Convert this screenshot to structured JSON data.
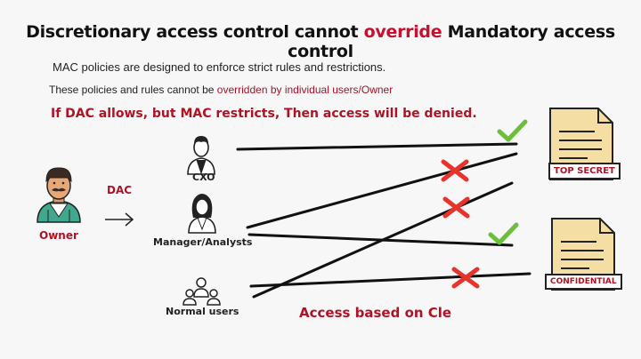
{
  "title": {
    "part1": "Discretionary access control cannot ",
    "highlight": "override",
    "part2": " Mandatory access control"
  },
  "line1": "MAC policies are designed to enforce strict rules and restrictions.",
  "line2": {
    "part1": "These policies and rules cannot be ",
    "highlight": "overridden by individual users/Owner"
  },
  "line3": "If DAC allows, but MAC restricts, Then access will be denied.",
  "owner": {
    "label": "Owner",
    "dac_label": "DAC"
  },
  "roles": {
    "cxo": "CXO",
    "manager": "Manager/Analysts",
    "normal": "Normal users"
  },
  "docs": {
    "top_secret": "TOP SECRET",
    "confidential": "CONFIDENTIAL"
  },
  "access_text": "Access based on Cle",
  "colors": {
    "accent_red": "#c8102e",
    "check_green": "#6bbf3a",
    "cross_red": "#e8332b",
    "doc_fill": "#f5dea3"
  }
}
